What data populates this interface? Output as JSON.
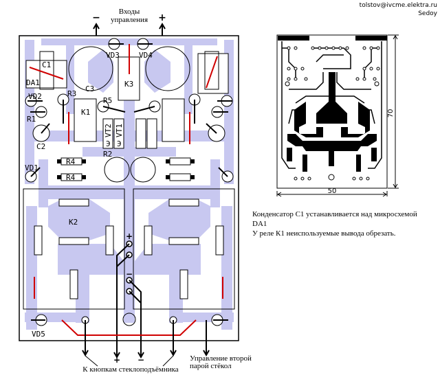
{
  "header": {
    "email": "tolstov@ivcme.elektra.ru",
    "author": "Sedoy"
  },
  "inputs": {
    "title_line1": "Входы",
    "title_line2": "управления",
    "minus": "−",
    "plus": "+"
  },
  "components": {
    "c1": "C1",
    "da1": "DA1",
    "c3": "C3",
    "k3": "K3",
    "vd3": "VD3",
    "vd4": "VD4",
    "vd2": "VD2",
    "r3": "R3",
    "r5": "R5",
    "k1": "K1",
    "r1": "R1",
    "c2": "C2",
    "vt2": "VT2",
    "vt1": "VT1",
    "vt_e": "Э",
    "r2": "R2",
    "r4": "R4",
    "vd1": "VD1",
    "k2": "K2",
    "vd5": "VD5",
    "plus": "+",
    "minus": "−"
  },
  "pcb": {
    "width_label": "50",
    "height_label": "70"
  },
  "notes": {
    "line1": "Конденсатор С1 устанавливается над микросхемой",
    "line2": "DA1",
    "line3": "У реле К1 неиспользуемые вывода обрезать."
  },
  "bottom": {
    "buttons_label": "К кнопкам стеклоподъёмника",
    "plus": "+",
    "minus": "−",
    "second_pair_line1": "Управление второй",
    "second_pair_line2": "парой стёкол"
  },
  "colors": {
    "trace": "#c8c8f0",
    "jumper": "#d00000"
  }
}
